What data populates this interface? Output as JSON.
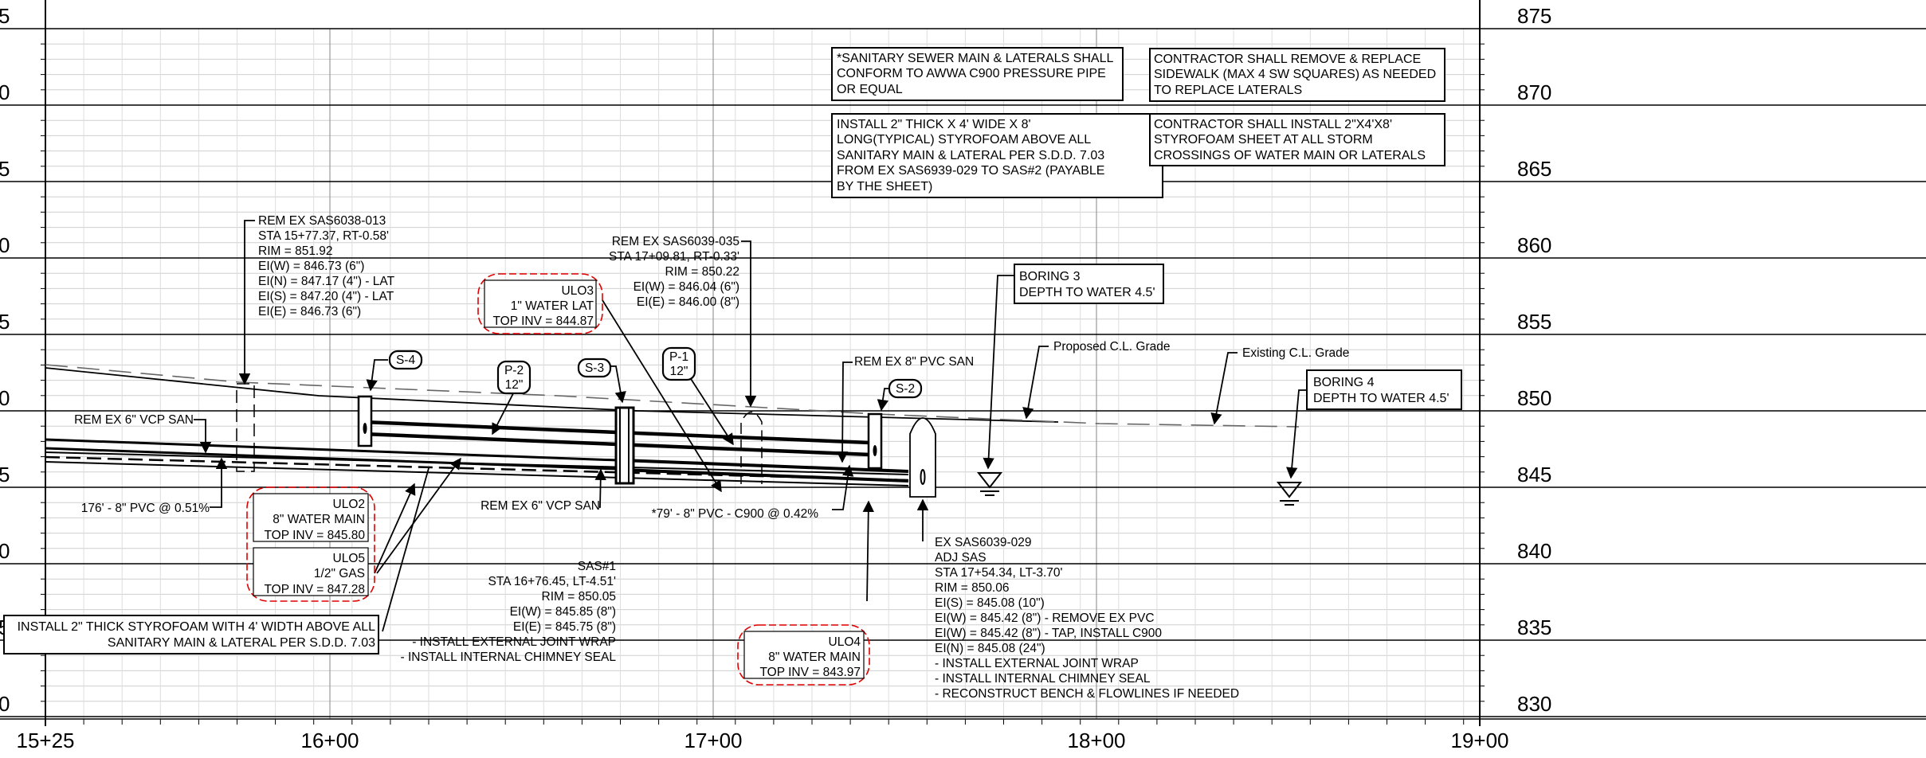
{
  "elevation_labels_right": [
    "875",
    "870",
    "865",
    "860",
    "855",
    "850",
    "845",
    "840",
    "835",
    "830"
  ],
  "elevation_labels_left": [
    "5",
    "0",
    "5",
    "0",
    "5",
    "0",
    "5",
    "0",
    "5",
    "0"
  ],
  "station_labels": [
    "15+25",
    "16+00",
    "17+00",
    "18+00",
    "19+00"
  ],
  "notes": {
    "awwa": [
      "*SANITARY SEWER MAIN & LATERALS SHALL",
      "CONFORM TO AWWA C900 PRESSURE PIPE",
      "OR EQUAL"
    ],
    "sidewalk": [
      "CONTRACTOR SHALL REMOVE & REPLACE",
      "SIDEWALK (MAX 4 SW SQUARES) AS NEEDED",
      "TO REPLACE LATERALS"
    ],
    "styrofoam_long": [
      "INSTALL 2\" THICK X 4' WIDE X 8'",
      "LONG(TYPICAL) STYROFOAM ABOVE ALL",
      "SANITARY MAIN & LATERAL PER S.D.D. 7.03",
      "FROM EX SAS6939-029 TO SAS#2 (PAYABLE",
      "BY THE SHEET)"
    ],
    "storm_crossings": [
      "CONTRACTOR SHALL INSTALL 2\"X4'X8'",
      "STYROFOAM SHEET AT ALL STORM",
      "CROSSINGS OF WATER MAIN OR LATERALS"
    ],
    "styrofoam_short": [
      "INSTALL 2\" THICK STYROFOAM WITH 4' WIDTH ABOVE ALL",
      "SANITARY MAIN & LATERAL PER S.D.D. 7.03"
    ]
  },
  "borings": {
    "b3": [
      "BORING 3",
      "DEPTH TO WATER 4.5'"
    ],
    "b4": [
      "BORING 4",
      "DEPTH TO WATER 4.5'"
    ]
  },
  "grade_labels": {
    "proposed": "Proposed C.L. Grade",
    "existing": "Existing C.L. Grade"
  },
  "structures": {
    "rem_6038": [
      "REM EX SAS6038-013",
      "STA 15+77.37, RT-0.58'",
      "RIM = 851.92",
      "EI(W) = 846.73 (6\")",
      "EI(N) = 847.17 (4\") - LAT",
      "EI(S) = 847.20 (4\") - LAT",
      "EI(E) = 846.73 (6\")"
    ],
    "rem_6039_035": [
      "REM EX SAS6039-035",
      "STA 17+09.81, RT-0.33'",
      "RIM = 850.22",
      "EI(W) = 846.04 (6\")",
      "EI(E) = 846.00 (8\")"
    ],
    "sas1": [
      "SAS#1",
      "STA 16+76.45, LT-4.51'",
      "RIM = 850.05",
      "EI(W) = 845.85 (8\")",
      "EI(E) = 845.75 (8\")",
      "- INSTALL EXTERNAL JOINT WRAP",
      "- INSTALL INTERNAL CHIMNEY SEAL"
    ],
    "ex_6039_029": [
      "EX SAS6039-029",
      "ADJ SAS",
      "STA 17+54.34, LT-3.70'",
      "RIM = 850.06",
      "EI(S) = 845.08 (10\")",
      "EI(W) = 845.42 (8\") - REMOVE EX PVC",
      "EI(W) = 845.42 (8\") - TAP, INSTALL C900",
      "EI(N) = 845.08 (24\")",
      "- INSTALL EXTERNAL JOINT WRAP",
      "- INSTALL INTERNAL CHIMNEY SEAL",
      "- RECONSTRUCT BENCH & FLOWLINES IF NEEDED"
    ]
  },
  "utilities": {
    "ulo3": [
      "ULO3",
      "1\" WATER LAT",
      "TOP INV = 844.87"
    ],
    "ulo2": [
      "ULO2",
      "8\" WATER MAIN",
      "TOP INV = 845.80"
    ],
    "ulo5": [
      "ULO5",
      "1/2\" GAS",
      "TOP INV = 847.28"
    ],
    "ulo4": [
      "ULO4",
      "8\" WATER MAIN",
      "TOP INV = 843.97"
    ]
  },
  "tags": {
    "s4": "S-4",
    "s3": "S-3",
    "s2": "S-2",
    "p2": [
      "P-2",
      "12\""
    ],
    "p1": [
      "P-1",
      "12\""
    ]
  },
  "callouts": {
    "rem_6_vcp_left": "REM EX 6\" VCP SAN",
    "rem_6_vcp_mid": "REM EX 6\" VCP SAN",
    "rem_8_pvc": "REM EX 8\" PVC SAN",
    "pipe_176": "176' - 8\" PVC @ 0.51%",
    "pipe_79": "*79' - 8\" PVC - C900 @ 0.42%"
  }
}
